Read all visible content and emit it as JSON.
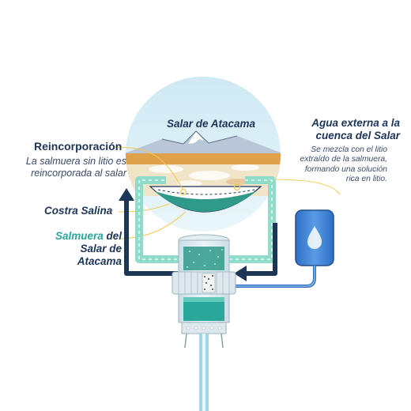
{
  "labels": {
    "salar": "Salar de Atacama",
    "reincorporacion_title": "Reincorporación",
    "reincorporacion_body_1": "La salmuera sin litio es",
    "reincorporacion_body_2": "reincorporada al salar",
    "costra": "Costra Salina",
    "salmuera_word": "Salmuera",
    "salmuera_rest_1": " del",
    "salmuera_rest_2": "Salar de",
    "salmuera_rest_3": "Atacama",
    "agua_title_1": "Agua externa a la",
    "agua_title_2": "cuenca del Salar",
    "agua_body_1": "Se mezcla con el litio",
    "agua_body_2": "extraído de la salmuera,",
    "agua_body_3": "formando una solución",
    "agua_body_4": "rica en litio."
  },
  "colors": {
    "navy": "#1d3557",
    "teal": "#2aa79b",
    "pipe_green": "#7fd3c2",
    "sky": "#dceff7",
    "tank_blue": "#3f7fd1",
    "accent_yellow": "#f2c94c",
    "sand": "#e0a14b"
  },
  "icons": [
    "water-drop-icon",
    "recirculation-arrow-icon",
    "inflow-arrow-icon"
  ]
}
